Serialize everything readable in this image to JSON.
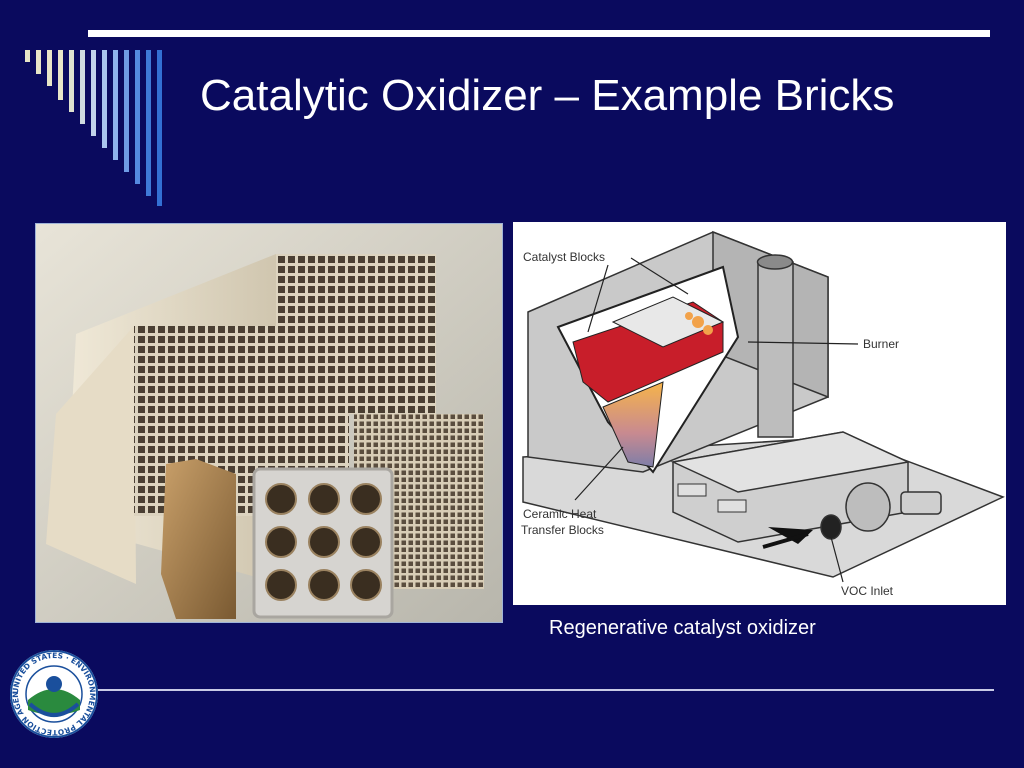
{
  "slide": {
    "title": "Catalytic Oxidizer – Example Bricks",
    "caption": "Regenerative catalyst oxidizer"
  },
  "diagram": {
    "labels": {
      "catalyst_blocks": "Catalyst Blocks",
      "burner": "Burner",
      "ceramic_line1": "Ceramic Heat",
      "ceramic_line2": "Transfer Blocks",
      "voc_inlet": "VOC Inlet"
    }
  },
  "logo": {
    "ring_text": "UNITED STATES ENVIRONMENTAL PROTECTION AGENCY"
  },
  "colors": {
    "background": "#0a0a5e",
    "rule": "#ffffff",
    "stripe_light": "#e8e6c8",
    "stripe_blue": "#3a78d8"
  }
}
